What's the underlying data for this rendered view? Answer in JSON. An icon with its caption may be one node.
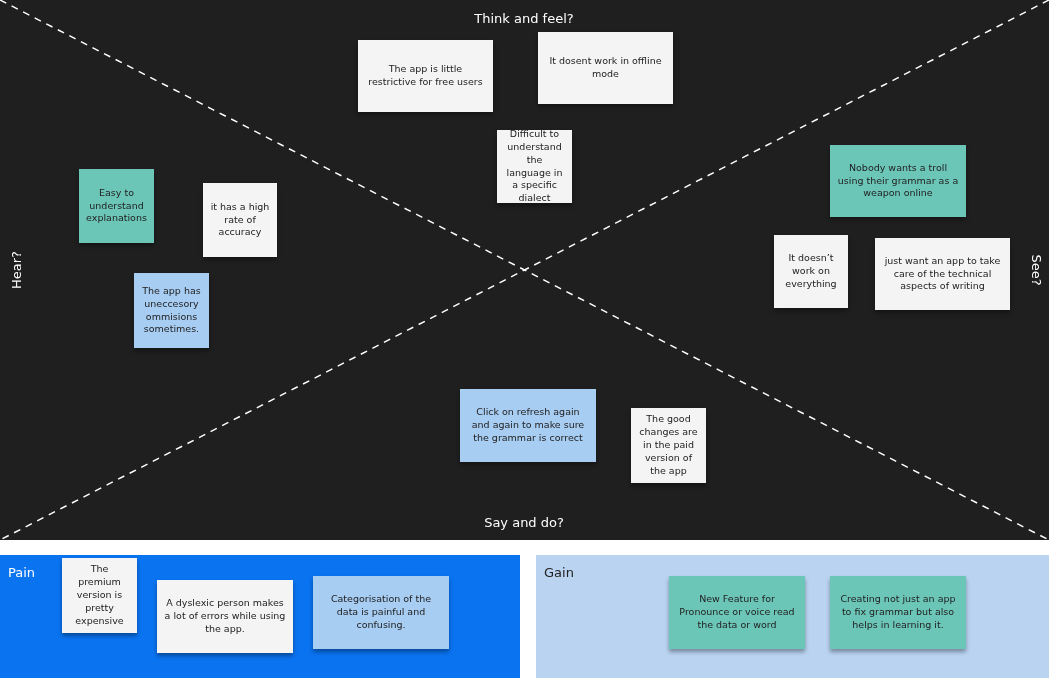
{
  "diagram": {
    "nodes": [
      {
        "text": [
          "The app is little restrictive for free users"
        ]
      },
      {
        "text": [
          "It dosent work in offline mode"
        ]
      },
      {
        "text": [
          "Difficult to understand the language in a specific dialect"
        ]
      },
      {
        "text": [
          "Nobody wants a troll using their grammar as a weapon online"
        ]
      },
      {
        "text": [
          "Easy to understand explanations"
        ]
      },
      {
        "text": [
          "it has a high rate of accuracy"
        ]
      },
      {
        "text": [
          "It doesn’t work on everything"
        ]
      },
      {
        "text": [
          "just want an app to take care of the technical aspects of writing"
        ]
      },
      {
        "text": [
          "The app has uneccesory ommisions sometimes."
        ]
      },
      {
        "text": [
          "Click on refresh again and again to make sure the grammar is correct"
        ]
      },
      {
        "text": [
          "The good changes are in the paid version of the app"
        ]
      },
      {
        "text": [
          "Pain"
        ]
      },
      {
        "text": [
          "The premium version is pretty expensive"
        ],
        "in": 11
      },
      {
        "text": [
          "A dyslexic person makes a lot of errors while using the app."
        ],
        "in": 11
      },
      {
        "text": [
          "Categorisation of the data is painful and confusing."
        ],
        "in": 11
      },
      {
        "text": [
          "Gain"
        ]
      },
      {
        "text": [
          "New Feature for Pronounce or voice read the data or word"
        ],
        "in": 15
      },
      {
        "text": [
          "Creating not just an app to fix grammar but also helps in learning it."
        ],
        "in": 15
      }
    ],
    "edges": [],
    "labels": [
      "Think and feel?",
      "Hear?",
      "See?",
      "Say and do?"
    ]
  }
}
